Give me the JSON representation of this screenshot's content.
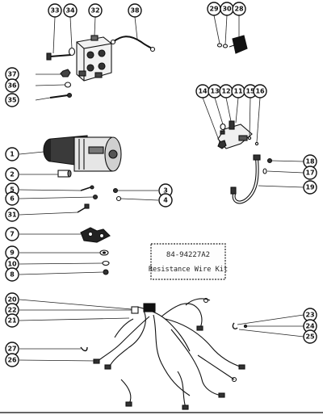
{
  "kit_label": {
    "part_number": "84-94227A2",
    "title": "Resistance Wire Kit"
  },
  "callouts": [
    {
      "id": "c33",
      "number": "33"
    },
    {
      "id": "c34",
      "number": "34"
    },
    {
      "id": "c32",
      "number": "32"
    },
    {
      "id": "c38",
      "number": "38"
    },
    {
      "id": "c29",
      "number": "29"
    },
    {
      "id": "c30",
      "number": "30"
    },
    {
      "id": "c28",
      "number": "28"
    },
    {
      "id": "c37",
      "number": "37"
    },
    {
      "id": "c36",
      "number": "36"
    },
    {
      "id": "c35",
      "number": "35"
    },
    {
      "id": "c14",
      "number": "14"
    },
    {
      "id": "c13",
      "number": "13"
    },
    {
      "id": "c12",
      "number": "12"
    },
    {
      "id": "c11",
      "number": "11"
    },
    {
      "id": "c15",
      "number": "15"
    },
    {
      "id": "c16",
      "number": "16"
    },
    {
      "id": "c1",
      "number": "1"
    },
    {
      "id": "c2",
      "number": "2"
    },
    {
      "id": "c5",
      "number": "5"
    },
    {
      "id": "c6",
      "number": "6"
    },
    {
      "id": "c31",
      "number": "31"
    },
    {
      "id": "c3",
      "number": "3"
    },
    {
      "id": "c4",
      "number": "4"
    },
    {
      "id": "c18",
      "number": "18"
    },
    {
      "id": "c17",
      "number": "17"
    },
    {
      "id": "c19",
      "number": "19"
    },
    {
      "id": "c7",
      "number": "7"
    },
    {
      "id": "c9",
      "number": "9"
    },
    {
      "id": "c10",
      "number": "10"
    },
    {
      "id": "c8",
      "number": "8"
    },
    {
      "id": "c20",
      "number": "20"
    },
    {
      "id": "c22",
      "number": "22"
    },
    {
      "id": "c21",
      "number": "21"
    },
    {
      "id": "c27",
      "number": "27"
    },
    {
      "id": "c26",
      "number": "26"
    },
    {
      "id": "c23",
      "number": "23"
    },
    {
      "id": "c24",
      "number": "24"
    },
    {
      "id": "c25",
      "number": "25"
    }
  ]
}
